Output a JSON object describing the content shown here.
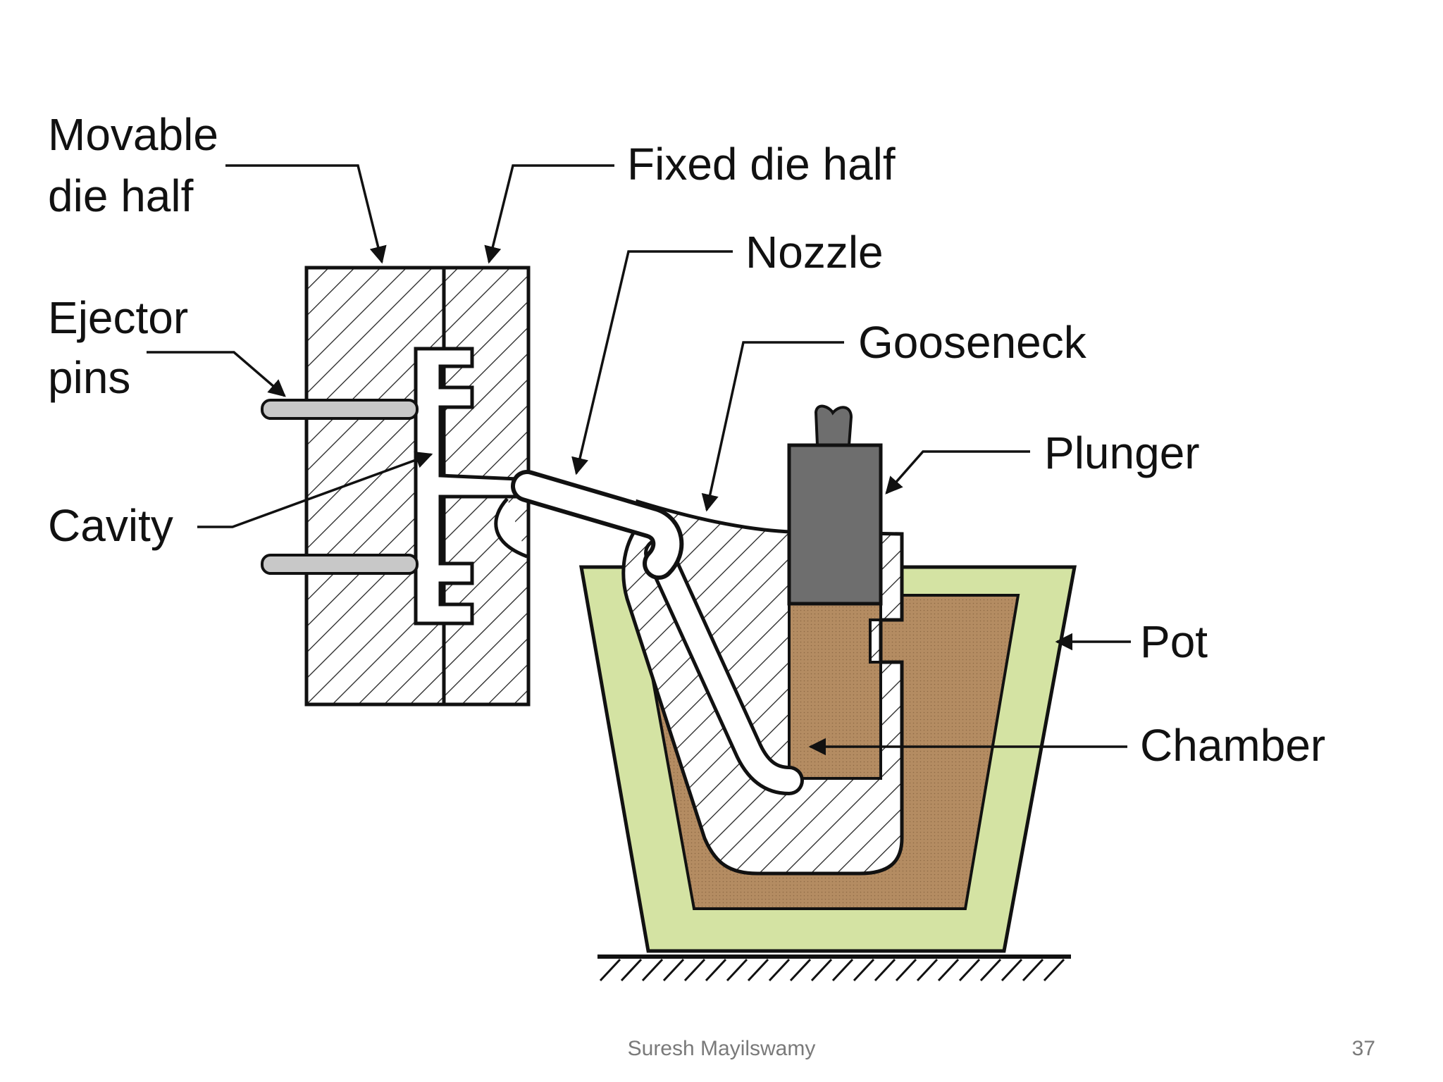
{
  "labels": {
    "movable_line1": "Movable",
    "movable_line2": "die half",
    "fixed": "Fixed die half",
    "nozzle": "Nozzle",
    "gooseneck": "Gooseneck",
    "ejector_line1": "Ejector",
    "ejector_line2": "pins",
    "cavity": "Cavity",
    "plunger": "Plunger",
    "pot": "Pot",
    "chamber": "Chamber"
  },
  "footer": {
    "author": "Suresh Mayilswamy",
    "page_number": "37"
  },
  "colors": {
    "pot": "#d4e3a3",
    "molten_metal": "#b48c62",
    "plunger": "#6e6e6e",
    "outline": "#111111"
  }
}
